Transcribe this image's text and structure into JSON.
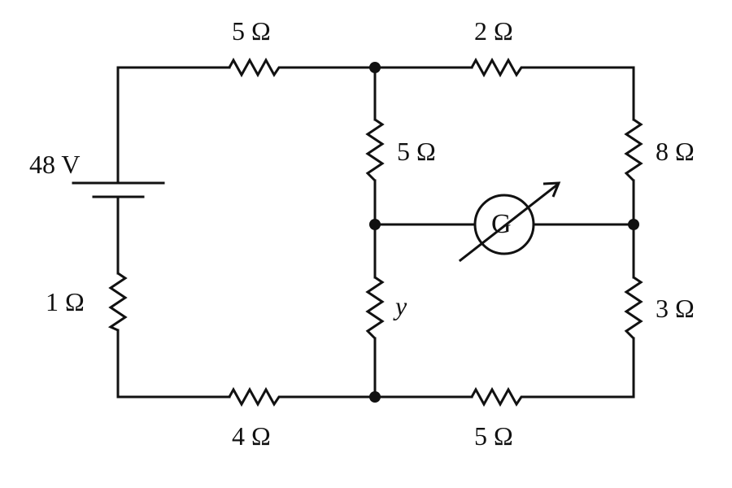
{
  "circuit": {
    "battery_label": "48 V",
    "top_left_resistor": "5 Ω",
    "top_right_resistor": "2 Ω",
    "middle_upper_resistor": "5 Ω",
    "right_upper_resistor": "8 Ω",
    "left_lower_resistor": "1 Ω",
    "middle_lower_resistor": "y",
    "right_lower_resistor": "3 Ω",
    "bottom_left_resistor": "4 Ω",
    "bottom_right_resistor": "5 Ω",
    "galvanometer_label": "G"
  },
  "colors": {
    "ink": "#111111",
    "background": "#ffffff"
  }
}
